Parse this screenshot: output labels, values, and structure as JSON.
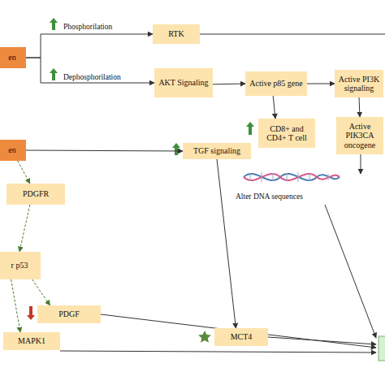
{
  "diagram": {
    "nodes": [
      {
        "text": [
          "en"
        ]
      },
      {
        "text": [
          "RTK"
        ]
      },
      {
        "text": [
          "AKT Signaling"
        ]
      },
      {
        "text": [
          "Active p85 gene"
        ]
      },
      {
        "text": [
          "Active PI3K signaling"
        ]
      },
      {
        "text": [
          "CD8+ and CD4+ T cell"
        ]
      },
      {
        "text": [
          "Active PIK3CA oncogene"
        ]
      },
      {
        "text": [
          "en"
        ]
      },
      {
        "text": [
          "TGF signaling"
        ]
      },
      {
        "text": [
          "PDGFR"
        ]
      },
      {
        "text": [
          "r p53"
        ]
      },
      {
        "text": [
          "PDGF"
        ]
      },
      {
        "text": [
          "MAPK1"
        ]
      },
      {
        "text": [
          "MCT4"
        ]
      }
    ],
    "edges": [
      {
        "from": 0,
        "to": 1,
        "label": "Phosphorilation",
        "arrow": "to"
      },
      {
        "from": 0,
        "to": 2,
        "label": "Dephosphorilation",
        "arrow": "to"
      },
      {
        "from": 2,
        "to": 3,
        "arrow": "to"
      },
      {
        "from": 3,
        "to": 4,
        "arrow": "to"
      },
      {
        "from": 3,
        "to": 5,
        "arrow": "to"
      },
      {
        "from": 4,
        "to": 6,
        "arrow": "to"
      },
      {
        "from": 7,
        "to": 8,
        "arrow": "to"
      },
      {
        "from": 7,
        "to": 9,
        "arrow": "to"
      },
      {
        "from": 9,
        "to": 10,
        "arrow": "to"
      },
      {
        "from": 10,
        "to": 11,
        "arrow": "to"
      },
      {
        "from": 10,
        "to": 12,
        "arrow": "to"
      },
      {
        "from": 8,
        "to": 13,
        "arrow": "to"
      }
    ],
    "labels": [
      "Alter DNA sequences"
    ]
  }
}
